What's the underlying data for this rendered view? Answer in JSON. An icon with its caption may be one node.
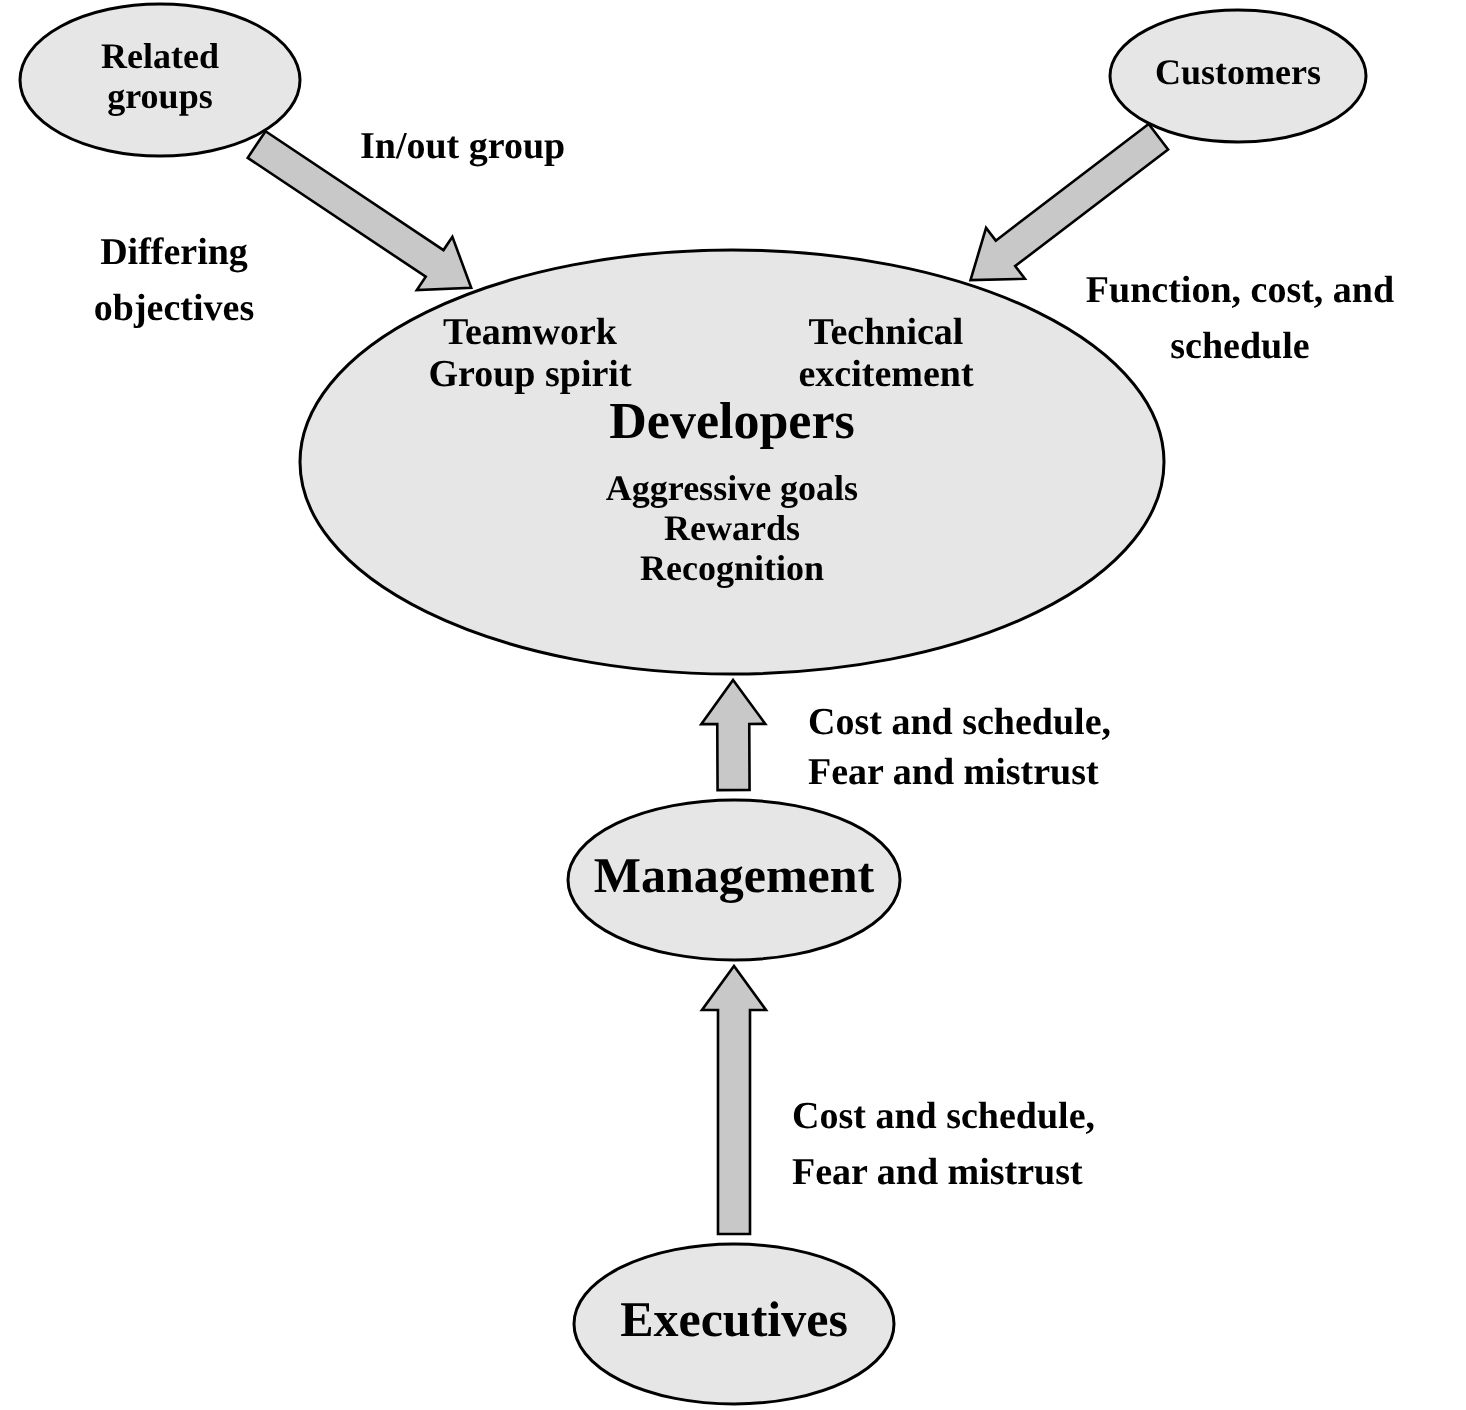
{
  "diagram": {
    "nodes": [
      {
        "text": [
          "Related groups"
        ]
      },
      {
        "text": [
          "Customers"
        ]
      },
      {
        "text": [
          "Teamwork Group spirit",
          "Technical excitement",
          "Developers",
          "Aggressive goals Rewards Recognition"
        ]
      },
      {
        "text": [
          "Management"
        ]
      },
      {
        "text": [
          "Executives"
        ]
      }
    ],
    "edges": [
      {
        "from": 0,
        "to": 2,
        "arrow": "to",
        "label": "In/out group"
      },
      {
        "from": 1,
        "to": 2,
        "arrow": "to",
        "label": "Function, cost, and schedule"
      },
      {
        "from": 3,
        "to": 2,
        "arrow": "to",
        "label": "Cost and schedule, Fear and mistrust"
      },
      {
        "from": 4,
        "to": 3,
        "arrow": "to",
        "label": "Cost and schedule, Fear and mistrust"
      }
    ],
    "labels": [
      "Differing objectives"
    ]
  }
}
